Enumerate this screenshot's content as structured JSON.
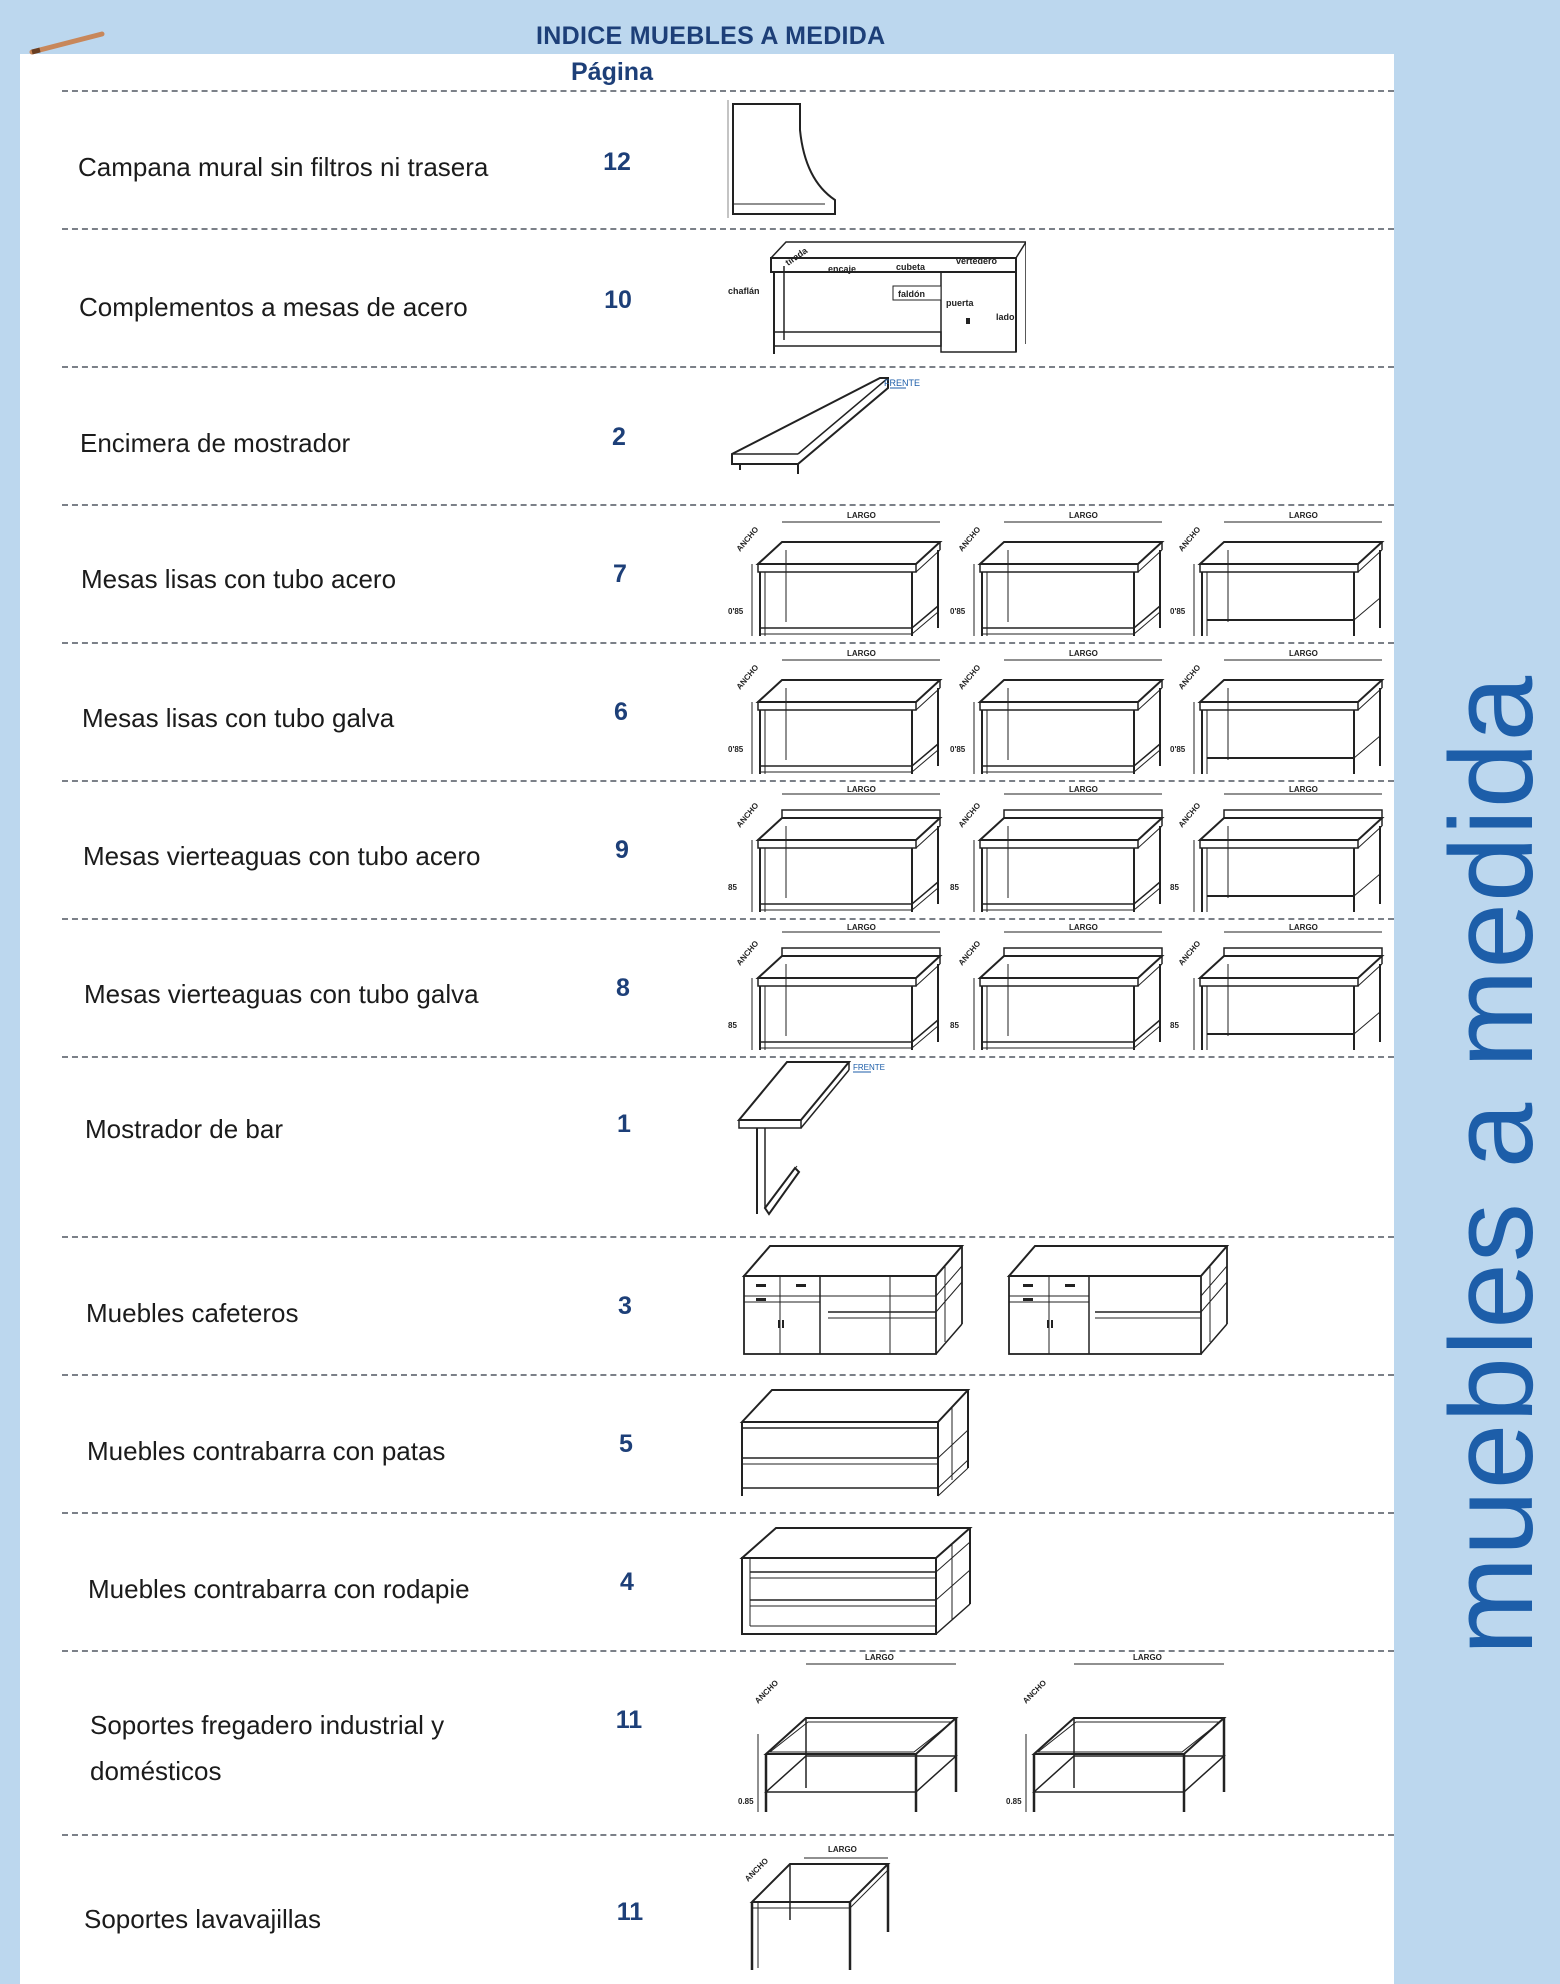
{
  "title": "INDICE MUEBLES A MEDIDA",
  "page_column_header": "Página",
  "side_title": "muebles a medida",
  "entries": [
    {
      "name": "Campana mural sin filtros ni trasera",
      "page": "12"
    },
    {
      "name": "Complementos a mesas de acero",
      "page": "10"
    },
    {
      "name": "Encimera de mostrador",
      "page": "2"
    },
    {
      "name": "Mesas lisas con tubo acero",
      "page": "7"
    },
    {
      "name": "Mesas lisas con tubo galva",
      "page": "6"
    },
    {
      "name": "Mesas vierteaguas con tubo acero",
      "page": "9"
    },
    {
      "name": "Mesas vierteaguas con tubo galva",
      "page": "8"
    },
    {
      "name": "Mostrador de bar",
      "page": "1"
    },
    {
      "name": "Muebles cafeteros",
      "page": "3"
    },
    {
      "name": "Muebles contrabarra con patas",
      "page": "5"
    },
    {
      "name": "Muebles contrabarra con rodapie",
      "page": "4"
    },
    {
      "name": "Soportes fregadero industrial y",
      "name2": "domésticos",
      "page": "11"
    },
    {
      "name": "Soportes lavavajillas",
      "page": "11"
    }
  ],
  "diagram_labels": {
    "chaflan": "chaflán",
    "tirada": "tirada",
    "encaje": "encaje",
    "cubeta": "cubeta",
    "vertedero": "vertedero",
    "faldon": "faldón",
    "puerta": "puerta",
    "lado": "lado",
    "frente": "FRENTE",
    "largo": "LARGO",
    "ancho": "ANCHO",
    "h085": "0'85",
    "h85": "85",
    "h0_85": "0.85"
  },
  "colors": {
    "accent": "#1d3f78",
    "side_text": "#1d5ea9",
    "background_band": "#bcd7ee"
  }
}
